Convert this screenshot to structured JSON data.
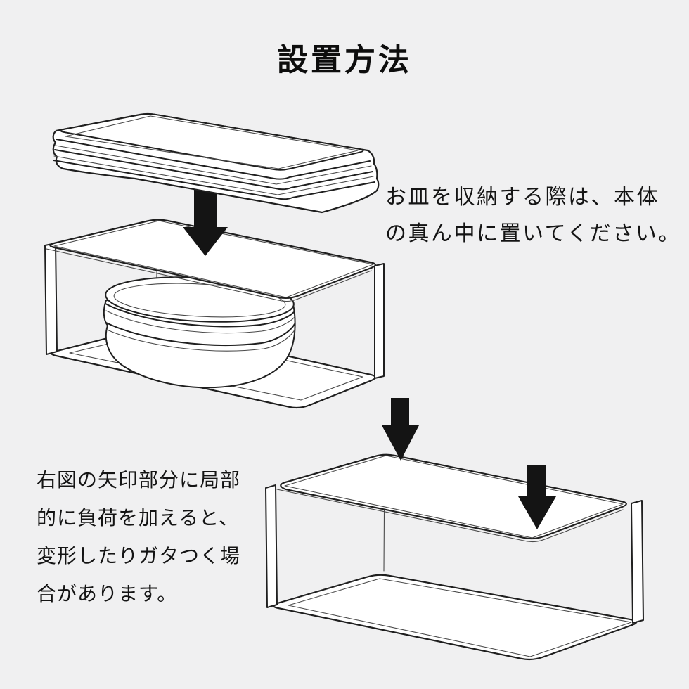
{
  "colors": {
    "background": "#f0f0f1",
    "line": "#1f1f1f",
    "thin_line": "#4a4a4a",
    "arrow": "#141414",
    "text": "#141414",
    "white": "#ffffff"
  },
  "header": {
    "title": "設置方法"
  },
  "instructions": {
    "top": {
      "lines": [
        "お皿を収納する際は、本体",
        "の真ん中に置いてください。"
      ]
    },
    "bottom": {
      "lines": [
        "右図の矢印部分に局部",
        "的に負荷を加えると、",
        "変形したりガタつく場",
        "合があります。"
      ]
    }
  },
  "illustrations": {
    "top_left": {
      "name": "plates-placed-into-rack-center",
      "elements": [
        "stacked-rectangular-plates",
        "down-arrow",
        "dish-rack-frame",
        "stacked-oval-bowls"
      ]
    },
    "bottom_right": {
      "name": "rack-local-load-points",
      "elements": [
        "down-arrow-back-edge",
        "down-arrow-front-corner",
        "empty-dish-rack-frame"
      ]
    }
  }
}
